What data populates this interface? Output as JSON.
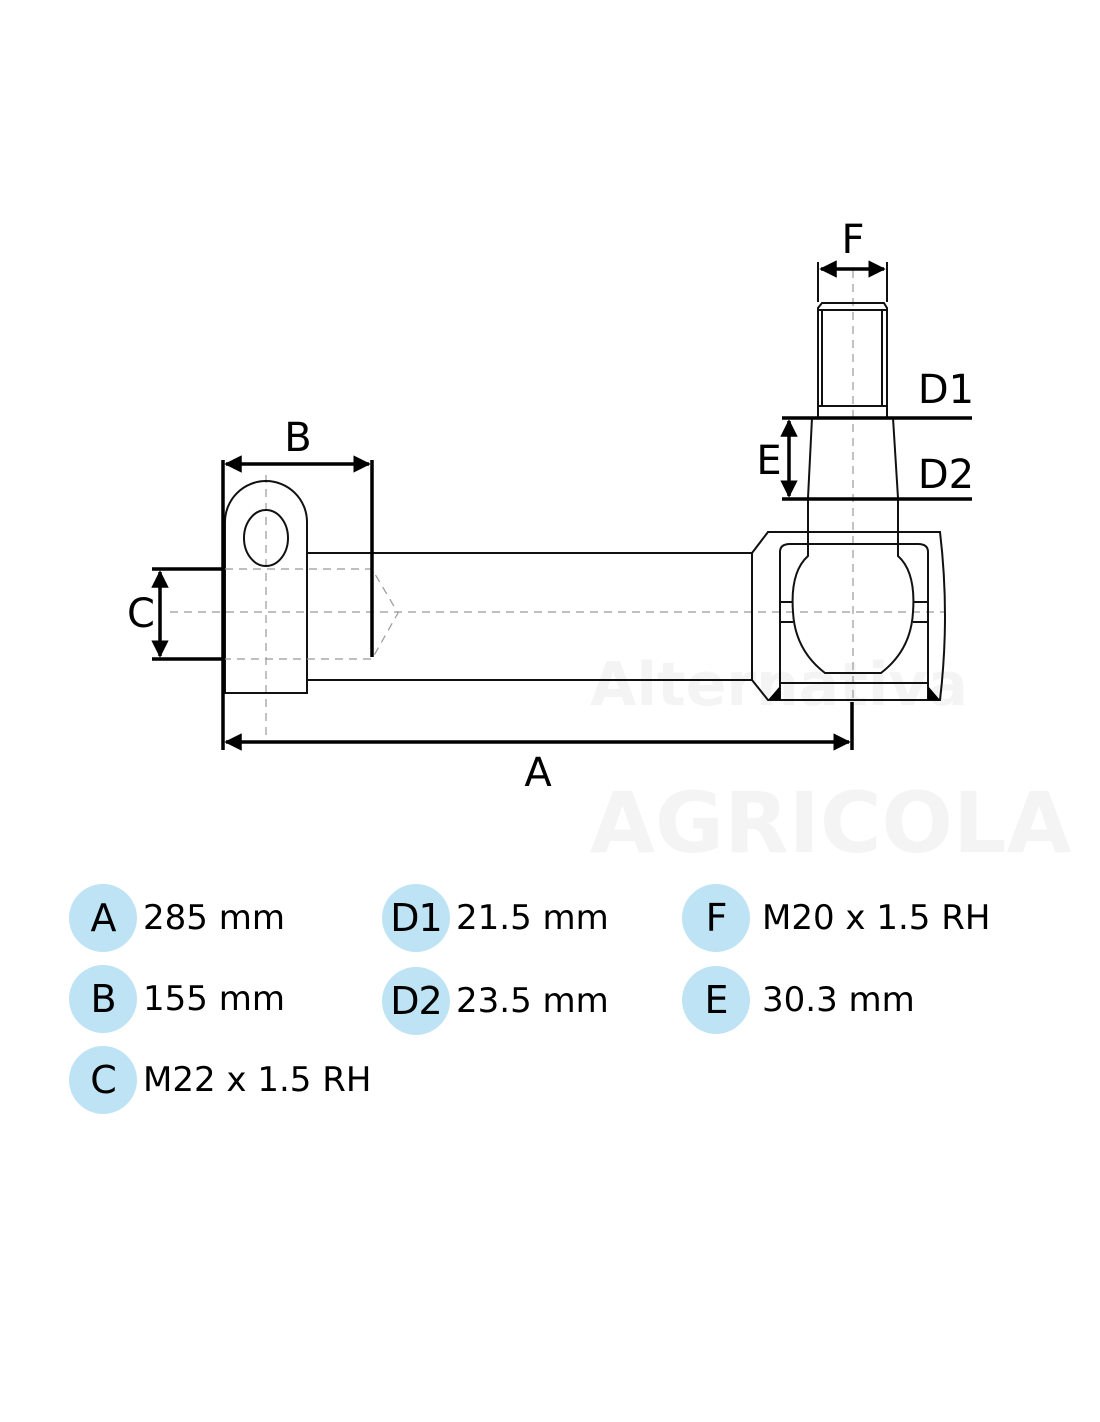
{
  "watermark": {
    "line1": "Alternativa",
    "line2": "AGRICOLA"
  },
  "diagram_labels": {
    "A": "A",
    "B": "B",
    "C": "C",
    "D1": "D1",
    "D2": "D2",
    "E": "E",
    "F": "F"
  },
  "specs": [
    {
      "key": "A",
      "value": "285 mm"
    },
    {
      "key": "B",
      "value": "155 mm"
    },
    {
      "key": "C",
      "value": "M22 x 1.5 RH"
    },
    {
      "key": "D1",
      "value": "21.5 mm"
    },
    {
      "key": "D2",
      "value": "23.5 mm"
    },
    {
      "key": "F",
      "value": "M20 x 1.5 RH"
    },
    {
      "key": "E",
      "value": "30.3 mm"
    }
  ],
  "colors": {
    "badge": "#bee3f5"
  }
}
